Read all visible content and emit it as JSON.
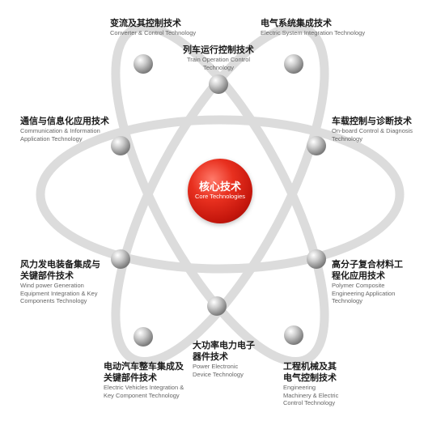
{
  "core": {
    "zh": "核心技术",
    "en": "Core Technologies",
    "color": "#e0281a"
  },
  "nodes": {
    "converter": {
      "zh": "变流及其控制技术",
      "en": "Converter & Control Technology"
    },
    "electric_system": {
      "zh": "电气系统集成技术",
      "en": "Electric System Integration Technology"
    },
    "train_control": {
      "zh": "列车运行控制技术",
      "en": "Train Operation Control Technology"
    },
    "communication": {
      "zh": "通信与信息化应用技术",
      "en": "Communication & Information Application Technology"
    },
    "onboard": {
      "zh": "车载控制与诊断技术",
      "en": "On-board Control & Diagnosis Technology"
    },
    "wind_power": {
      "zh": "风力发电装备集成与关键部件技术",
      "en": "Wind power Generation Equipment Integration & Key Components Technology"
    },
    "polymer": {
      "zh": "高分子复合材料工程化应用技术",
      "en": "Polymer Composite Engineering Application Technology"
    },
    "power_electronic": {
      "zh": "大功率电力电子器件技术",
      "en": "Power Electronic Device Technology"
    },
    "ev": {
      "zh": "电动汽车整车集成及关键部件技术",
      "en": "Electric Vehicles Integration & Key Component Technology"
    },
    "engineering": {
      "zh": "工程机械及其电气控制技术",
      "en": "Engineering Machinery & Electric Control Technology"
    }
  },
  "colors": {
    "orbit": "#d9d9d9",
    "sphere": "#b5b5b5",
    "text": "#1a1a1a"
  }
}
